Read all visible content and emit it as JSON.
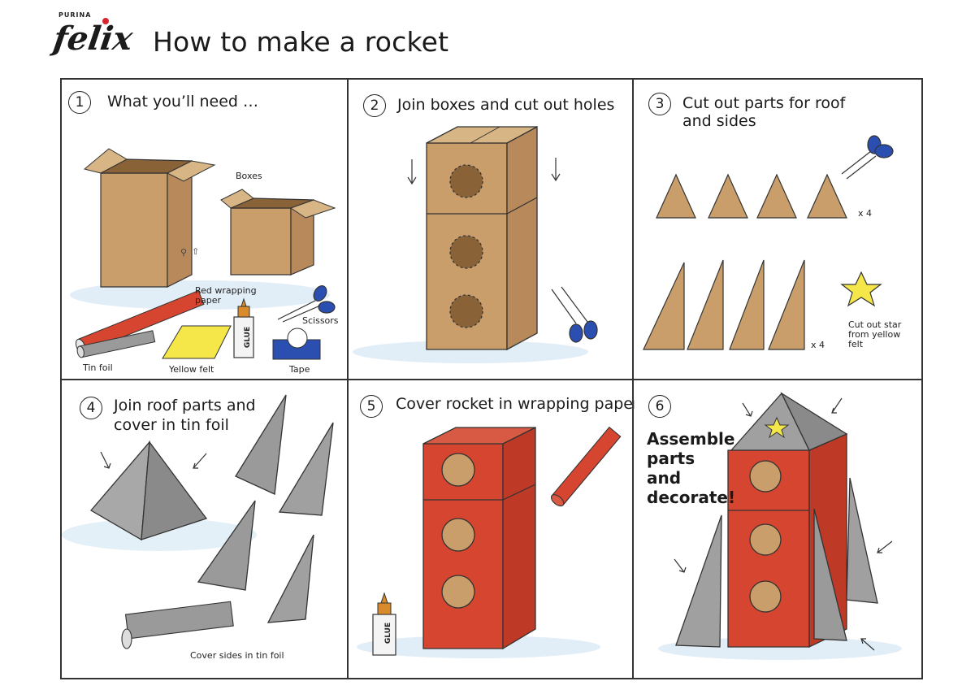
{
  "brand": {
    "small": "PURINA",
    "name": "felix"
  },
  "title": "How to make a rocket",
  "colors": {
    "cardboard": "#c99e6b",
    "red": "#d6452f",
    "foil": "#9a9a9a",
    "felt": "#f5e64a",
    "scissors": "#2a4fb0",
    "ground": "#cfe3f2"
  },
  "steps": [
    {
      "number": "1",
      "title": "What you’ll need …",
      "labels": {
        "boxes": "Boxes",
        "red_paper": "Red wrapping paper",
        "scissors": "Scissors",
        "tin_foil": "Tin foil",
        "yellow_felt": "Yellow felt",
        "glue": "GLUE",
        "tape": "Tape"
      }
    },
    {
      "number": "2",
      "title": "Join boxes and cut out holes"
    },
    {
      "number": "3",
      "title_line1": "Cut out parts for roof",
      "title_line2": "and sides",
      "labels": {
        "x4_top": "x 4",
        "x4_bottom": "x 4",
        "star_note": "Cut out star from yellow felt"
      }
    },
    {
      "number": "4",
      "title_line1": "Join roof parts and",
      "title_line2": "cover in tin foil",
      "labels": {
        "cover_sides": "Cover sides in tin foil"
      }
    },
    {
      "number": "5",
      "title": "Cover rocket in wrapping paper",
      "labels": {
        "glue": "GLUE"
      }
    },
    {
      "number": "6",
      "side_text": "Assemble parts and decorate!"
    }
  ]
}
